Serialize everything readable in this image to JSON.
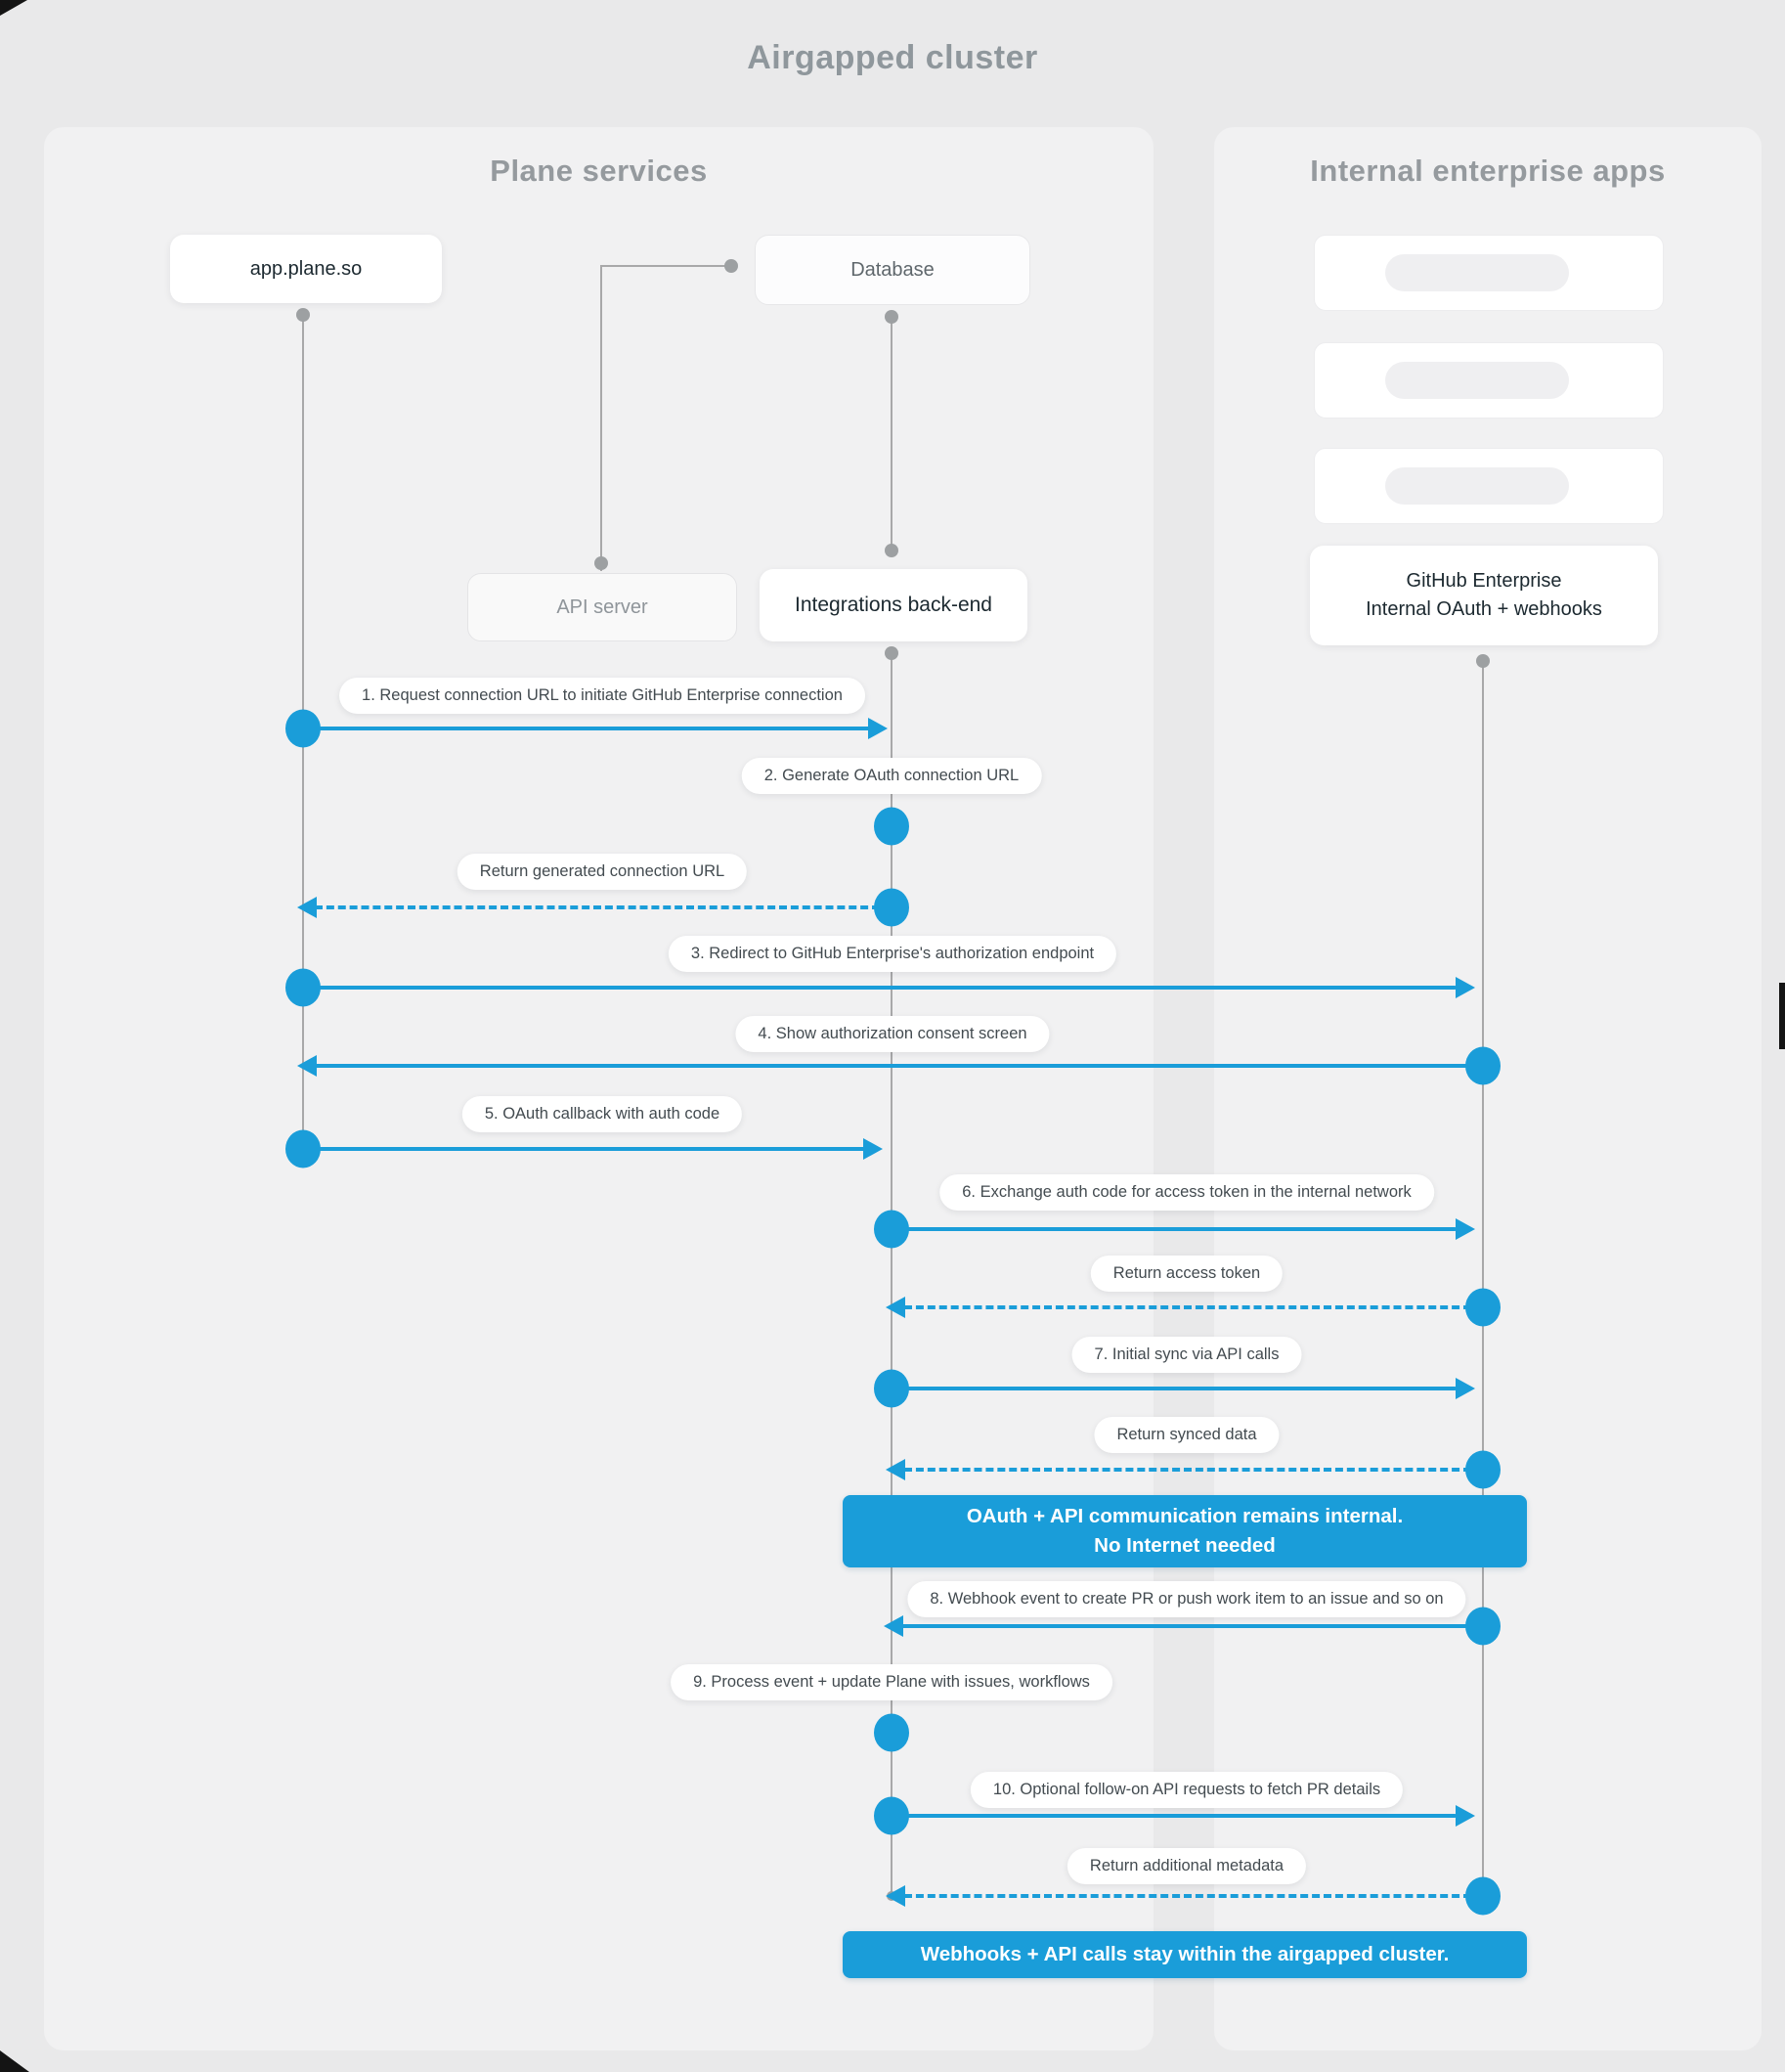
{
  "title": "Airgapped cluster",
  "panels": {
    "plane": {
      "title": "Plane services"
    },
    "internal": {
      "title": "Internal enterprise apps"
    }
  },
  "nodes": {
    "app": "app.plane.so",
    "database": "Database",
    "api_server": "API server",
    "integrations": "Integrations back-end",
    "github_line1": "GitHub Enterprise",
    "github_line2": "Internal OAuth + webhooks"
  },
  "messages": [
    {
      "label": "1. Request connection URL to initiate GitHub Enterprise connection",
      "from": "app.plane.so",
      "to": "Integrations back-end",
      "style": "solid"
    },
    {
      "label": "2. Generate OAuth connection URL",
      "from": "Integrations back-end",
      "to": "Integrations back-end",
      "style": "self"
    },
    {
      "label": "Return generated connection URL",
      "from": "Integrations back-end",
      "to": "app.plane.so",
      "style": "dashed"
    },
    {
      "label": "3. Redirect to GitHub Enterprise's authorization endpoint",
      "from": "app.plane.so",
      "to": "GitHub Enterprise",
      "style": "solid"
    },
    {
      "label": "4. Show authorization consent screen",
      "from": "GitHub Enterprise",
      "to": "app.plane.so",
      "style": "solid"
    },
    {
      "label": "5. OAuth callback with auth code",
      "from": "app.plane.so",
      "to": "Integrations back-end",
      "style": "solid"
    },
    {
      "label": "6. Exchange auth code for access token in the internal network",
      "from": "Integrations back-end",
      "to": "GitHub Enterprise",
      "style": "solid"
    },
    {
      "label": "Return access token",
      "from": "GitHub Enterprise",
      "to": "Integrations back-end",
      "style": "dashed"
    },
    {
      "label": "7. Initial sync via API calls",
      "from": "Integrations back-end",
      "to": "GitHub Enterprise",
      "style": "solid"
    },
    {
      "label": "Return synced data",
      "from": "GitHub Enterprise",
      "to": "Integrations back-end",
      "style": "dashed"
    },
    {
      "label": "8. Webhook event to create PR  or push work item to an issue  and so on",
      "from": "GitHub Enterprise",
      "to": "Integrations back-end",
      "style": "solid"
    },
    {
      "label": "9. Process event + update Plane with issues, workflows",
      "from": "Integrations back-end",
      "to": "Integrations back-end",
      "style": "self"
    },
    {
      "label": "10. Optional follow-on API requests to fetch PR details",
      "from": "Integrations back-end",
      "to": "GitHub Enterprise",
      "style": "solid"
    },
    {
      "label": "Return additional metadata",
      "from": "GitHub Enterprise",
      "to": "Integrations back-end",
      "style": "dashed"
    }
  ],
  "banners": [
    {
      "line1": "OAuth + API communication remains internal.",
      "line2": "No Internet needed"
    },
    {
      "line1": "Webhooks + API calls stay within the airgapped cluster."
    }
  ],
  "colors": {
    "accent_blue": "#1a9dd9",
    "lifeline_gray": "#a8a8a9",
    "panel_bg": "#f1f1f2",
    "page_bg": "#e9e9ea"
  }
}
